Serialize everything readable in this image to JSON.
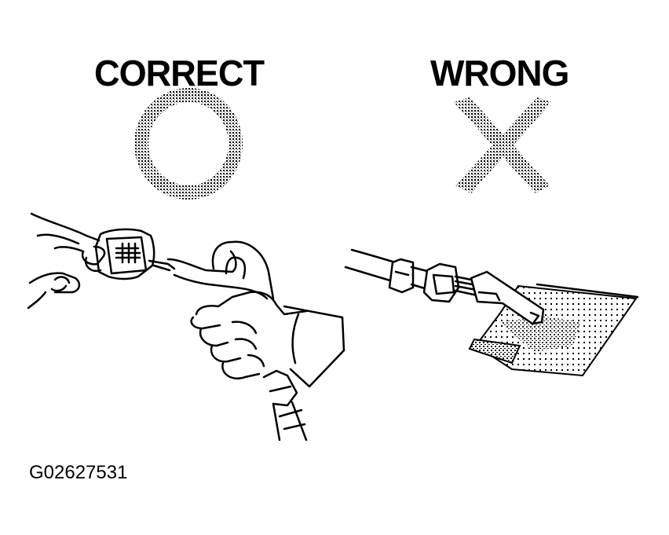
{
  "labels": {
    "correct": "CORRECT",
    "wrong": "WRONG"
  },
  "figure_id": "G02627531",
  "icons": {
    "correct_symbol": "circle-icon",
    "wrong_symbol": "cross-icon"
  }
}
